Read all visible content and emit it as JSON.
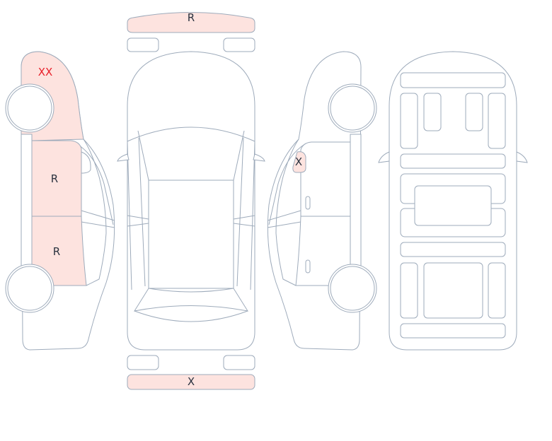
{
  "colors": {
    "damage_fill": "#fde3df",
    "outline": "#9eabbb",
    "text": "#2b3340",
    "severe_text": "#e8202a"
  },
  "views": {
    "left_side": {
      "front_fender": "XX",
      "front_door": "R",
      "rear_door": "R"
    },
    "top": {
      "front_bumper": "R",
      "rear_bumper": "X"
    },
    "right_side": {
      "mirror": "X"
    },
    "interior": {}
  }
}
